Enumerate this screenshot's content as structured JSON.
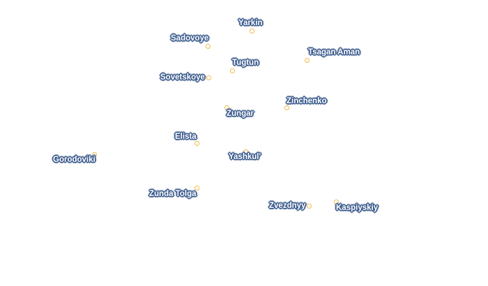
{
  "map": {
    "places": [
      {
        "name": "Yarkin"
      },
      {
        "name": "Sadovoye"
      },
      {
        "name": "Tsagan Aman"
      },
      {
        "name": "Tugtun"
      },
      {
        "name": "Sovetskoye"
      },
      {
        "name": "Zinchenko"
      },
      {
        "name": "Zungar"
      },
      {
        "name": "Elista"
      },
      {
        "name": "Gorodoviki"
      },
      {
        "name": "Yashkul'"
      },
      {
        "name": "Zunda Tolga"
      },
      {
        "name": "Zvezdnyy"
      },
      {
        "name": "Kaspiyskiy"
      }
    ],
    "colors": {
      "marker": "#f2b84b",
      "label_text": "#ffffff",
      "label_halo": "#3a5a8c",
      "background": "#ffffff"
    }
  }
}
